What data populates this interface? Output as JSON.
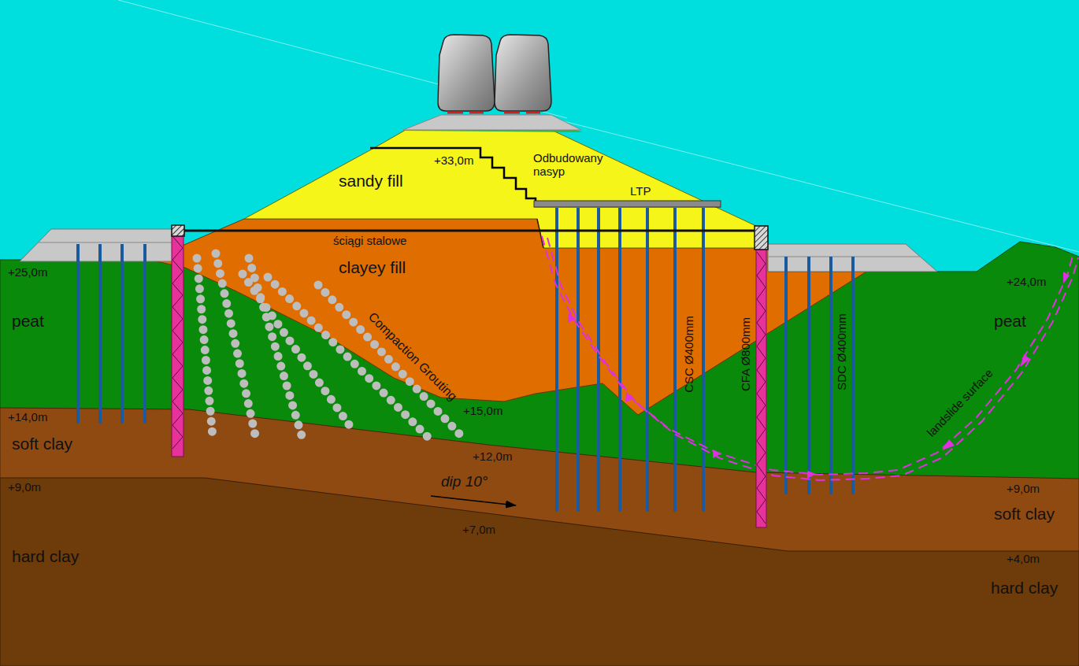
{
  "diagram": {
    "labels": [
      "+33,0m",
      "Odbudowany nasyp",
      "sandy fill",
      "LTP",
      "ściągi stalowe",
      "clayey fill",
      "+25,0m",
      "peat",
      "Compaction Grouting",
      "+24,0m",
      "peat",
      "landslide surface",
      "CSC Ø400mm",
      "CFA Ø800mm",
      "SDC Ø400mm",
      "+14,0m",
      "soft clay",
      "+15,0m",
      "+12,0m",
      "dip 10°",
      "+9,0m",
      "+9,0m",
      "soft clay",
      "+7,0m",
      "+4,0m",
      "hard clay",
      "hard clay"
    ]
  }
}
